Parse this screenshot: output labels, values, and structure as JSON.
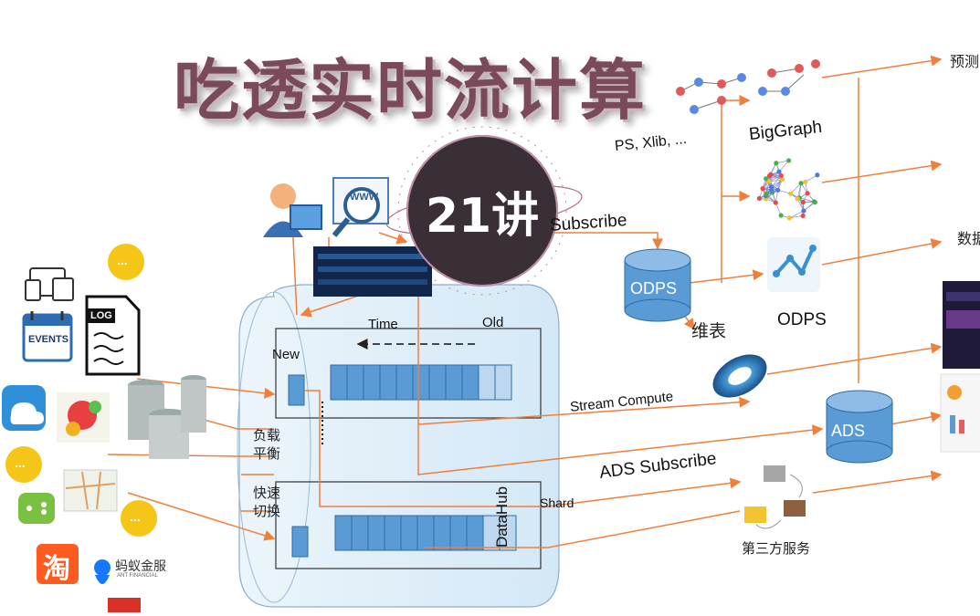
{
  "title": "吃透实时流计算",
  "badge": "21讲",
  "labels": {
    "forecast": "预测",
    "data_partial": "数据",
    "ps_xlib": "PS, Xlib, ...",
    "biggraph": "BigGraph",
    "subscribe": "Subscribe",
    "odps_cyl": "ODPS",
    "odps_icon": "ODPS",
    "weibiao": "维表",
    "stream_compute": "Stream Compute",
    "ads": "ADS",
    "ads_subscribe": "ADS Subscribe",
    "third_party": "第三方服务",
    "time": "Time",
    "old": "Old",
    "new": "New",
    "load_balance": "负载\n平衡",
    "fast_switch": "快速\n切换",
    "shard": "Shard",
    "datahub": "DataHub",
    "events": "EVENTS",
    "log": "LOG",
    "www": "WWW",
    "taobao": "淘",
    "ant": "蚂蚁金服",
    "ant_en": "ANT FINANCIAL",
    "ellipsis": "..."
  },
  "colors": {
    "arrow": "#f07f3c",
    "cylinder": "#5b9bd5",
    "shard_cell": "#5b9bd5",
    "datahub_fill": "#d6eaf8",
    "title": "#7a4a5a",
    "badge": "#3a2f36"
  }
}
